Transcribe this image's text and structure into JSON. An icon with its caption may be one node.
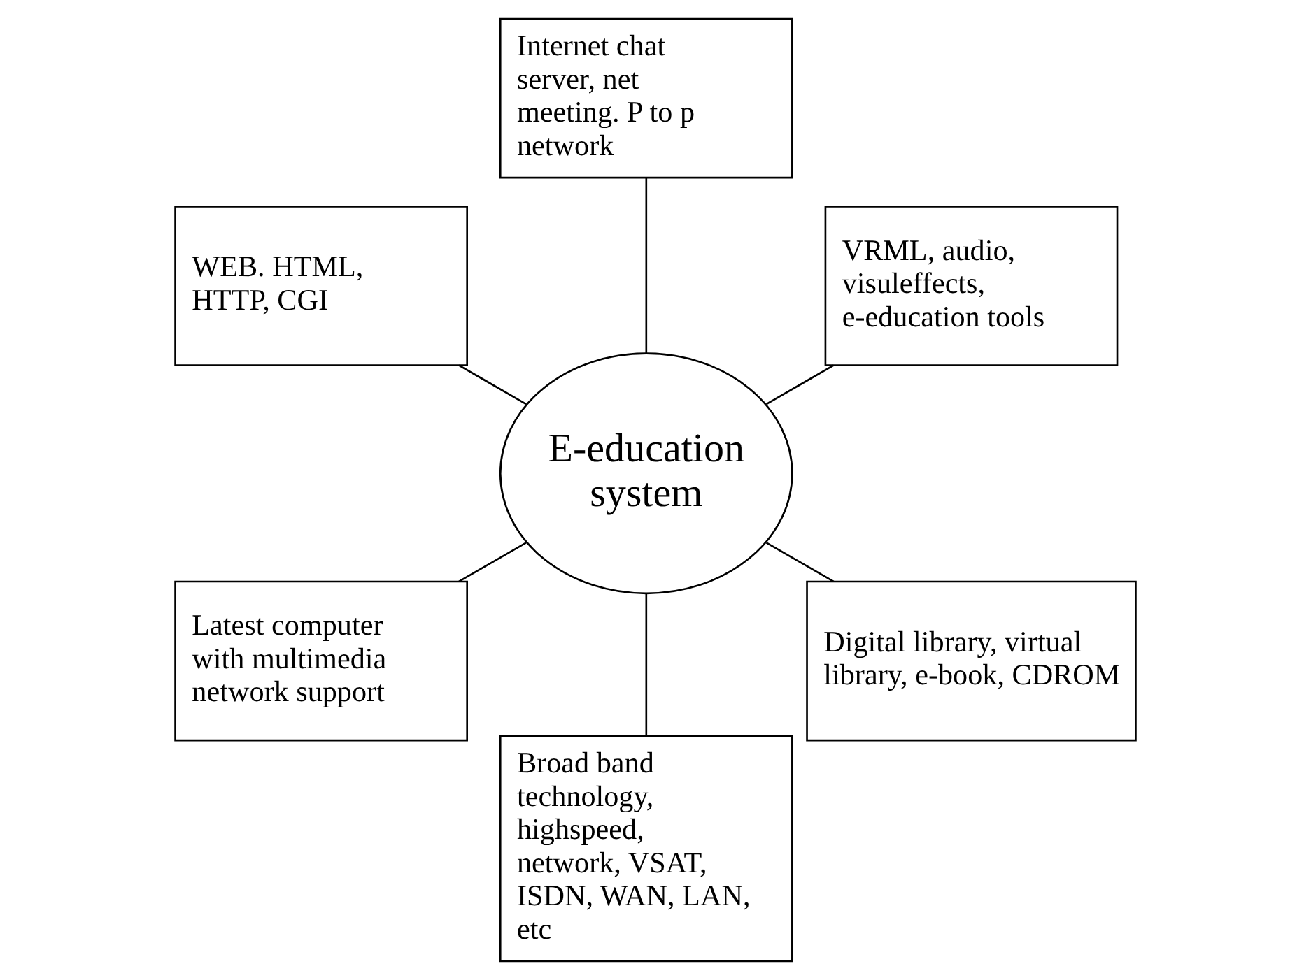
{
  "diagram": {
    "nodes": [
      {
        "text": [
          "VRML, audio, visuleffects, e-education tools"
        ]
      },
      {
        "text": [
          "Internet chat server, net meeting. P to p network"
        ]
      },
      {
        "text": [
          "WEB. HTML, HTTP, CGI"
        ]
      },
      {
        "text": [
          "E-education system"
        ]
      },
      {
        "text": [
          "Latest computer with multimedia network support"
        ]
      },
      {
        "text": [
          "Broad band technology, highspeed, network, VSAT, ISDN, WAN, LAN, etc"
        ]
      },
      {
        "text": [
          "Digital library, virtual library, e-book, CDROM"
        ]
      }
    ],
    "edges": [
      {
        "from": 3,
        "to": 0,
        "arrow": "none"
      },
      {
        "from": 3,
        "to": 1,
        "arrow": "none"
      },
      {
        "from": 3,
        "to": 2,
        "arrow": "none"
      },
      {
        "from": 3,
        "to": 4,
        "arrow": "none"
      },
      {
        "from": 3,
        "to": 5,
        "arrow": "none"
      },
      {
        "from": 3,
        "to": 6,
        "arrow": "none"
      }
    ]
  }
}
